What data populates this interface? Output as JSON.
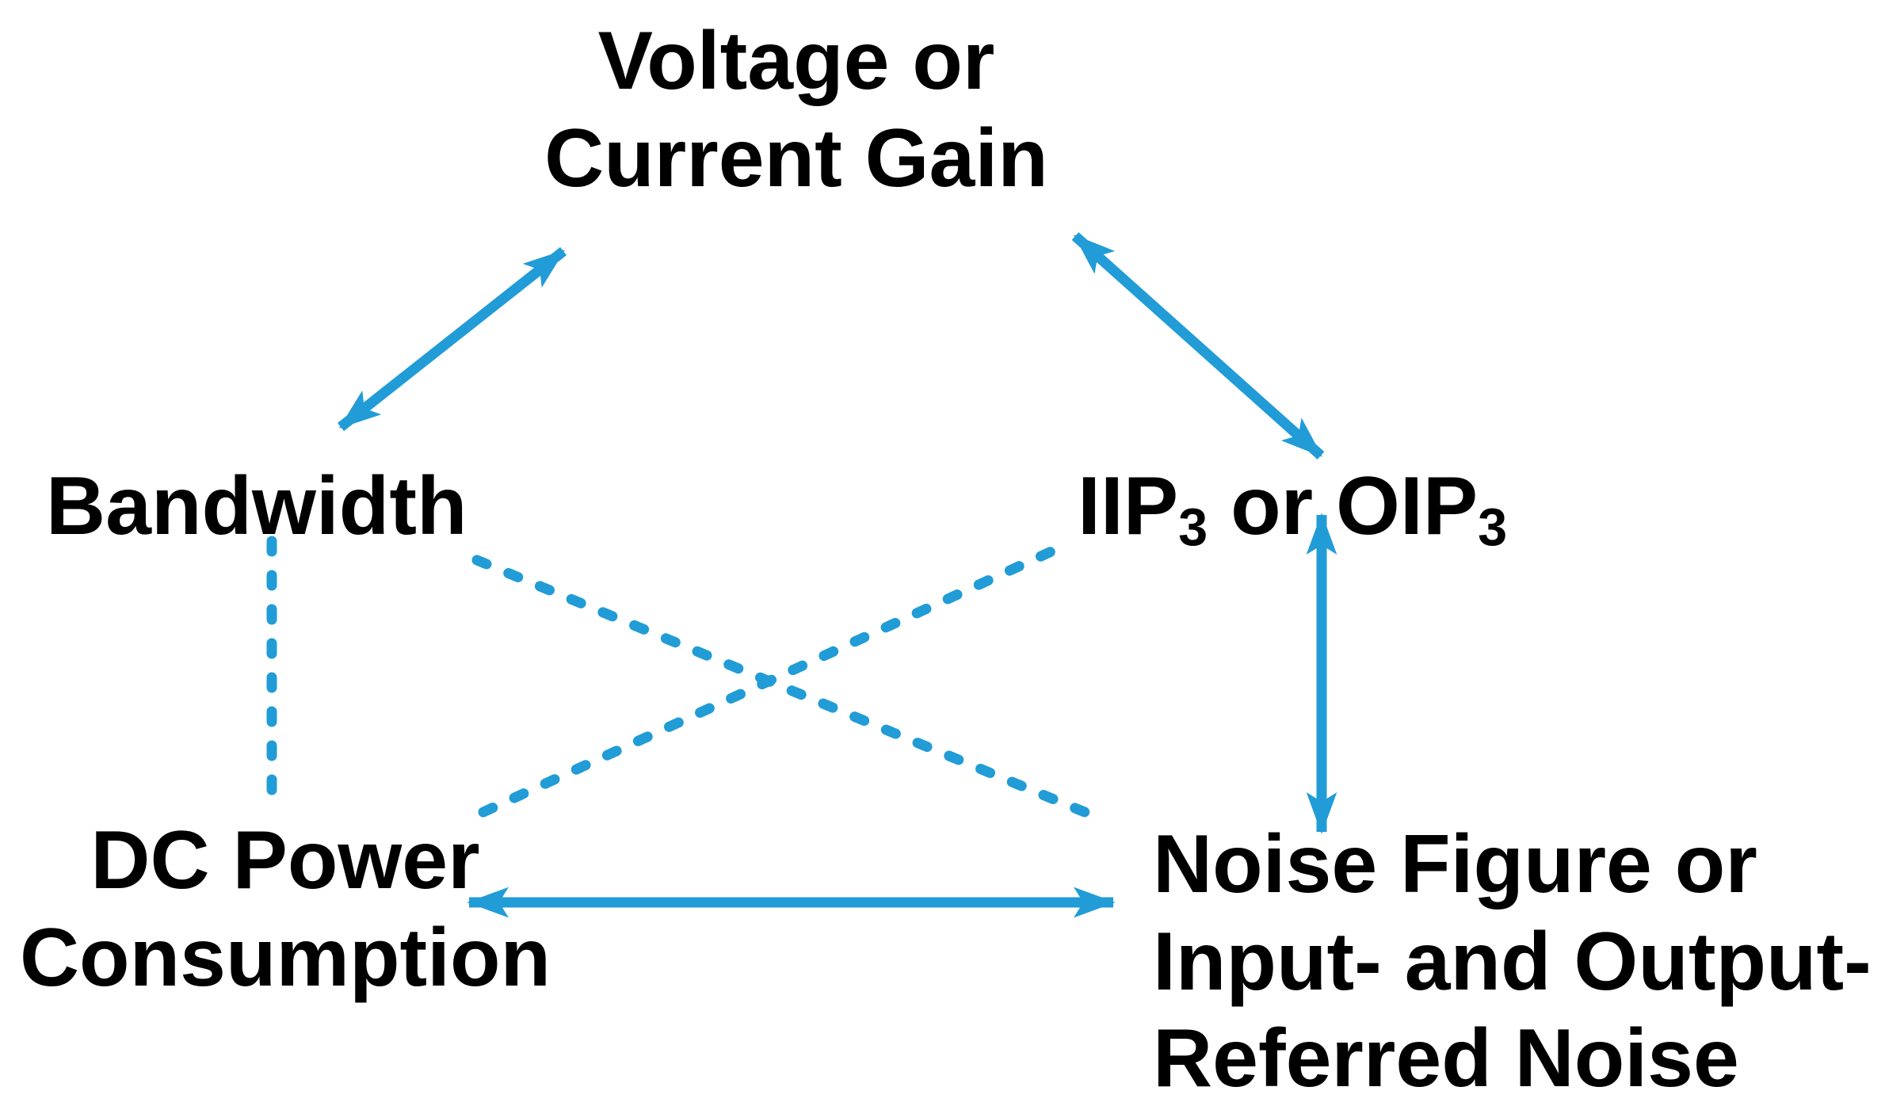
{
  "nodes": {
    "gain": {
      "line1": "Voltage or",
      "line2": "Current Gain"
    },
    "bandwidth": {
      "label": "Bandwidth"
    },
    "iip3": {
      "part1": "IIP",
      "sub1": "3",
      "part2": " or OIP",
      "sub2": "3"
    },
    "dc_power": {
      "line1": "DC Power",
      "line2": "Consumption"
    },
    "noise": {
      "line1": "Noise Figure or",
      "line2": "Input- and Output-",
      "line3": "Referred Noise"
    }
  },
  "edges": [
    {
      "from": "voltage-or-current-gain",
      "to": "bandwidth",
      "style": "solid-double-arrow"
    },
    {
      "from": "voltage-or-current-gain",
      "to": "iip3-or-oip3",
      "style": "solid-double-arrow"
    },
    {
      "from": "iip3-or-oip3",
      "to": "noise-figure",
      "style": "solid-double-arrow"
    },
    {
      "from": "dc-power-consumption",
      "to": "noise-figure",
      "style": "solid-double-arrow"
    },
    {
      "from": "bandwidth",
      "to": "dc-power-consumption",
      "style": "dashed-line"
    },
    {
      "from": "bandwidth",
      "to": "noise-figure",
      "style": "dashed-line"
    },
    {
      "from": "dc-power-consumption",
      "to": "iip3-or-oip3",
      "style": "dashed-line"
    }
  ],
  "colors": {
    "arrow_blue": "#219CD7",
    "text": "#000000",
    "background": "#FFFFFF"
  }
}
